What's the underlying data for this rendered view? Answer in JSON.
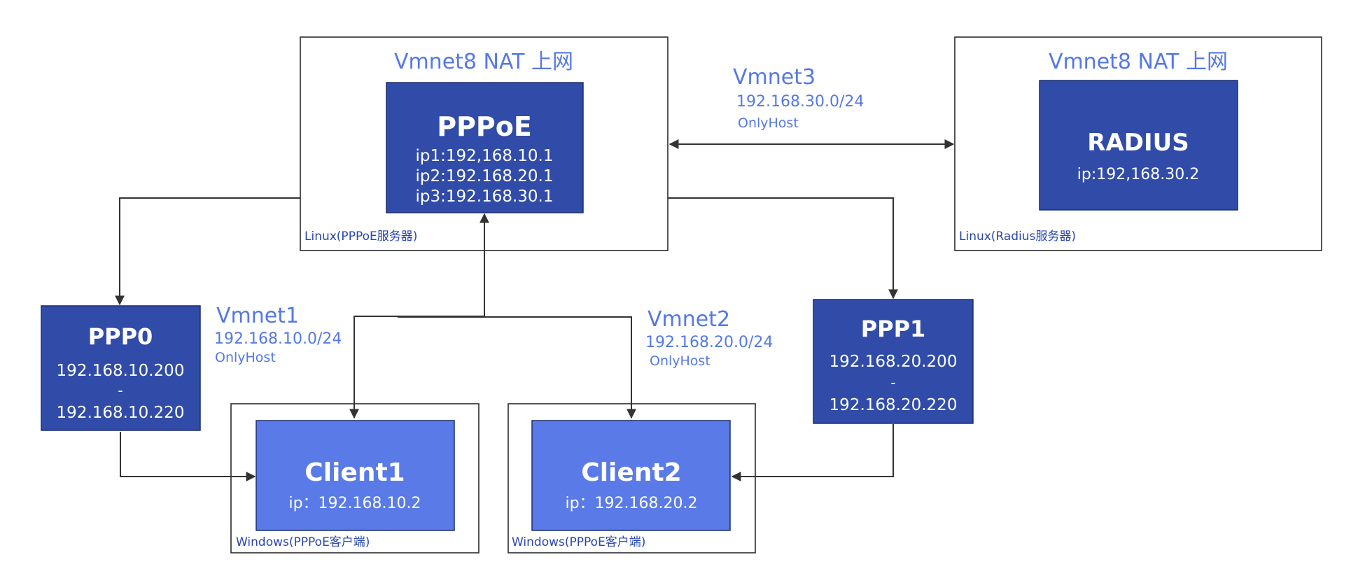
{
  "server_frame": {
    "header": "Vmnet8 NAT 上网",
    "caption": "Linux(PPPoE服务器)"
  },
  "radius_frame": {
    "header": "Vmnet8 NAT 上网",
    "caption": "Linux(Radius服务器)"
  },
  "pppoe": {
    "title": "PPPoE",
    "lines": [
      "ip1:192,168.10.1",
      "ip2:192.168.20.1",
      "ip3:192.168.30.1"
    ]
  },
  "radius": {
    "title": "RADIUS",
    "ip": "ip:192,168.30.2"
  },
  "vmnet3": {
    "name": "Vmnet3",
    "subnet": "192.168.30.0/24",
    "mode": "OnlyHost"
  },
  "vmnet1": {
    "name": "Vmnet1",
    "subnet": "192.168.10.0/24",
    "mode": "OnlyHost"
  },
  "vmnet2": {
    "name": "Vmnet2",
    "subnet": "192.168.20.0/24",
    "mode": "OnlyHost"
  },
  "ppp0": {
    "title": "PPP0",
    "start": "192.168.10.200",
    "dash": "-",
    "end": "192.168.10.220"
  },
  "ppp1": {
    "title": "PPP1",
    "start": "192.168.20.200",
    "dash": "-",
    "end": "192.168.20.220"
  },
  "client1": {
    "title": "Client1",
    "ip": "ip：192.168.10.2",
    "caption": "Windows(PPPoE客户端)"
  },
  "client2": {
    "title": "Client2",
    "ip": "ip：192.168.20.2",
    "caption": "Windows(PPPoE客户端)"
  }
}
